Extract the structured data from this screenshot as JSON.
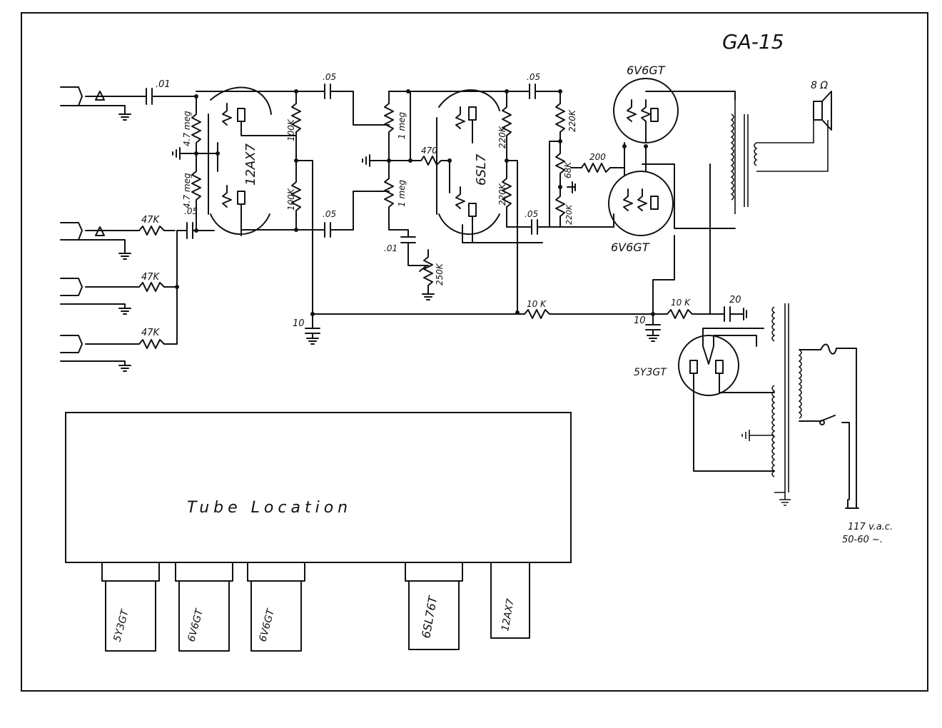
{
  "title": "GA-15",
  "tubes": {
    "v1": "12AX7",
    "v2": "6SL7",
    "v3": "6V6GT",
    "v4": "6V6GT",
    "v5": "5Y3GT"
  },
  "components": {
    "c_in": ".01",
    "r_47meg_a": "4.7 meg",
    "r_47meg_b": "4.7 meg",
    "c_05_in": ".05",
    "r_47k_1": "47K",
    "r_47k_2": "47K",
    "r_47k_3": "47K",
    "r_100k_a": "100K",
    "r_100k_b": "100K",
    "c_05_a": ".05",
    "c_05_b": ".05",
    "r_1meg_a": "1 meg",
    "r_1meg_b": "1 meg",
    "r_470": "470",
    "c_01_tone": ".01",
    "r_250k": "250K",
    "r_220k_a": "220K",
    "r_220k_b": "220K",
    "c_05_c": ".05",
    "c_05_d": ".05",
    "r_220k_c": "220K",
    "r_68k": "68K",
    "r_200": "200",
    "r_220k_d": "220K",
    "c_10_a": "10",
    "r_10k_a": "10 K",
    "c_10_b": "10",
    "r_10k_b": "10 K",
    "c_20": "20",
    "speaker": "8 Ω",
    "mains": "117 v.a.c.",
    "mains_freq": "50-60 ~."
  },
  "layout_box": {
    "label": "Tube Location",
    "tubes": [
      "5Y3GT",
      "6V6GT",
      "6V6GT",
      "6SL76T",
      "12AX7"
    ]
  }
}
